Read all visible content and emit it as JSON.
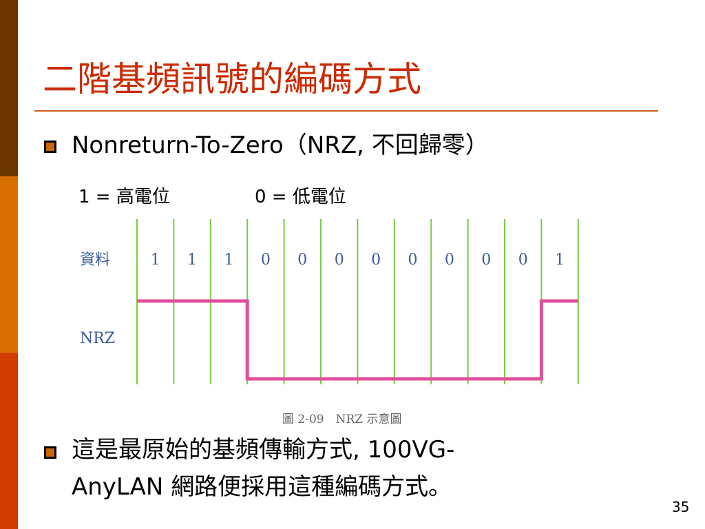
{
  "slide": {
    "title": "二階基頻訊號的編碼方式",
    "bullet1_text": "Nonreturn-To-Zero（NRZ, 不回歸零）",
    "legend_one": "1 = 高電位",
    "legend_zero": "0 = 低電位",
    "bullet2_line1": "這是最原始的基頻傳輸方式, 100VG-",
    "bullet2_line2": "AnyLAN 網路便採用這種編碼方式。",
    "page_number": "35"
  },
  "diagram": {
    "data_row_label": "資料",
    "signal_row_label": "NRZ",
    "bits": [
      "1",
      "1",
      "1",
      "0",
      "0",
      "0",
      "0",
      "0",
      "0",
      "0",
      "0",
      "1"
    ],
    "caption": "圖 2-09　NRZ 示意圖",
    "grid_color": "#77cc44",
    "signal_color": "#e0509a",
    "label_color": "#3a5a9a"
  }
}
